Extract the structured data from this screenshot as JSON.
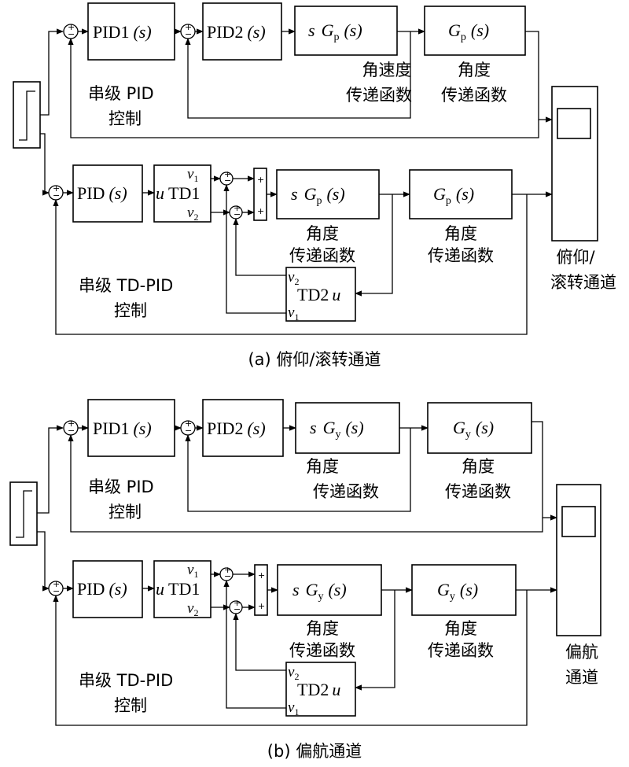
{
  "panel_a": {
    "caption": "(a) 俯仰/滚转通道",
    "top": {
      "pid1": "PID1",
      "pid2": "PID2",
      "s_arg": "(s)",
      "block3_s": "s",
      "block3_G": "G",
      "block3_sub": "p",
      "block3_arg": "(s)",
      "block4_G": "G",
      "block4_sub": "p",
      "block4_arg": "(s)",
      "label3_line1": "角速度",
      "label3_line2": "传递函数",
      "label4_line1": "角度",
      "label4_line2": "传递函数",
      "ctrl_line1": "串级 PID",
      "ctrl_line2": "控制"
    },
    "bottom": {
      "pid": "PID",
      "s_arg": "(s)",
      "td1_u": "u",
      "td1": "TD1",
      "v": "v",
      "v1_sub": "1",
      "v2_sub": "2",
      "block3_s": "s",
      "block3_G": "G",
      "block3_sub": "p",
      "block3_arg": "(s)",
      "block4_G": "G",
      "block4_sub": "p",
      "block4_arg": "(s)",
      "label3_line1": "角度",
      "label3_line2": "传递函数",
      "label4_line1": "角度",
      "label4_line2": "传递函数",
      "td2": "TD2",
      "td2_u": "u",
      "ctrl_line1": "串级 TD-PID",
      "ctrl_line2": "控制",
      "scope_line1": "俯仰/",
      "scope_line2": "滚转通道"
    }
  },
  "panel_b": {
    "caption": "(b) 偏航通道",
    "top": {
      "pid1": "PID1",
      "pid2": "PID2",
      "s_arg": "(s)",
      "block3_s": "s",
      "block3_G": "G",
      "block3_sub": "y",
      "block3_arg": "(s)",
      "block4_G": "G",
      "block4_sub": "y",
      "block4_arg": "(s)",
      "label3_line1": "角度",
      "label3_line2": "传递函数",
      "label4_line1": "角度",
      "label4_line2": "传递函数",
      "ctrl_line1": "串级 PID",
      "ctrl_line2": "控制"
    },
    "bottom": {
      "pid": "PID",
      "s_arg": "(s)",
      "td1_u": "u",
      "td1": "TD1",
      "v": "v",
      "v1_sub": "1",
      "v2_sub": "2",
      "block3_s": "s",
      "block3_G": "G",
      "block3_sub": "y",
      "block3_arg": "(s)",
      "block4_G": "G",
      "block4_sub": "y",
      "block4_arg": "(s)",
      "label3_line1": "角度",
      "label3_line2": "传递函数",
      "label4_line1": "角度",
      "label4_line2": "传递函数",
      "td2": "TD2",
      "td2_u": "u",
      "ctrl_line1": "串级 TD-PID",
      "ctrl_line2": "控制",
      "scope_line1": "偏航",
      "scope_line2": "通道"
    }
  },
  "symbols": {
    "plus": "+",
    "minus": "−"
  }
}
